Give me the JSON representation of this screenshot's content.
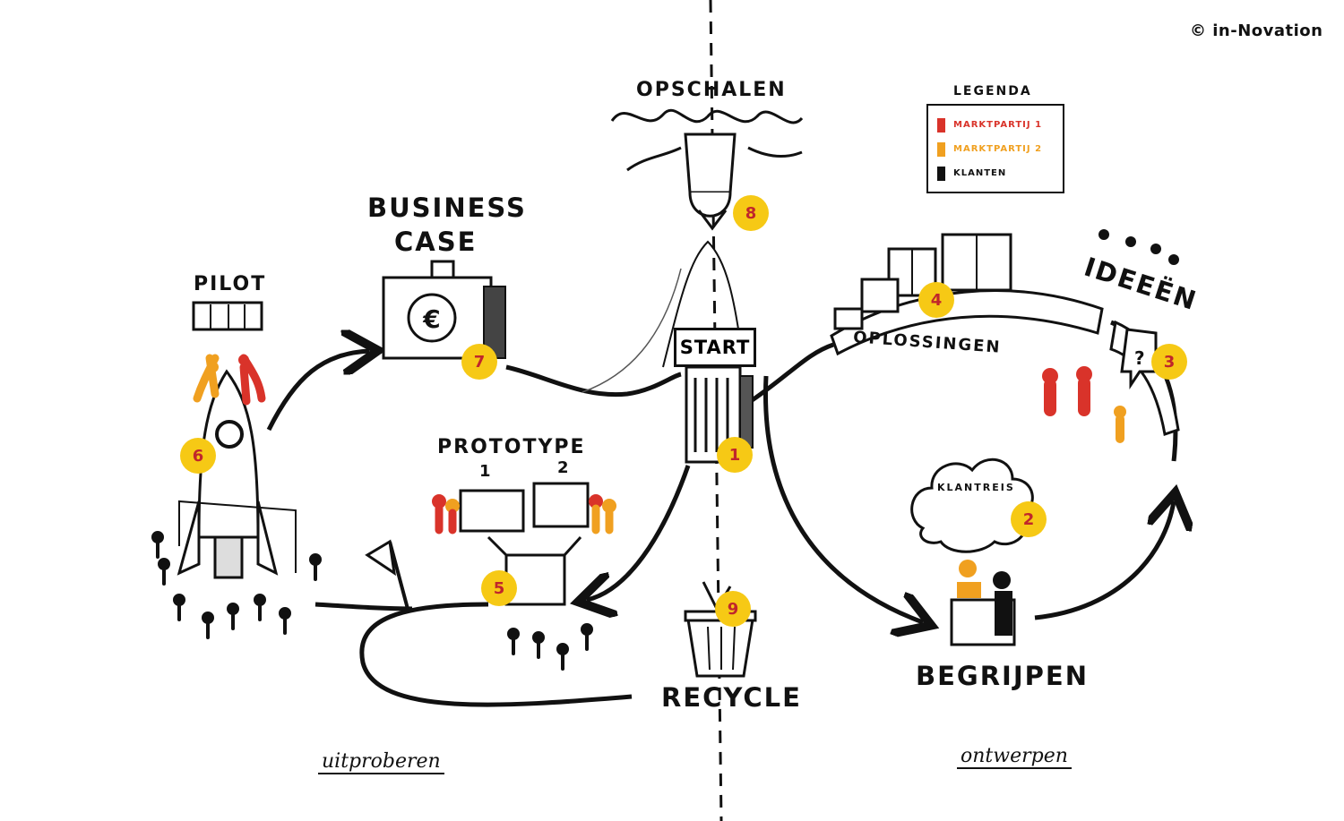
{
  "copyright": "© in-Novation",
  "legend": {
    "title": "LEGENDA",
    "items": [
      {
        "label": "MARKTPARTIJ 1",
        "color": "#d9332a"
      },
      {
        "label": "MARKTPARTIJ 2",
        "color": "#f0a020"
      },
      {
        "label": "KLANTEN",
        "color": "#111111"
      }
    ]
  },
  "labels": {
    "opschalen": "OPSCHALEN",
    "business_case_1": "BUSINESS",
    "business_case_2": "CASE",
    "pilot": "PILOT",
    "prototype": "PROTOTYPE",
    "start": "START",
    "recycle": "RECYCLE",
    "oplossingen": "OPLOSSINGEN",
    "ideeen": "IDEEËN",
    "begrijpen": "BEGRIJPEN",
    "klantreis": "KLANTREIS",
    "uitproberen": "uitproberen",
    "ontwerpen": "ontwerpen",
    "proto_1": "1",
    "proto_2": "2",
    "question": "?"
  },
  "steps": [
    "1",
    "2",
    "3",
    "4",
    "5",
    "6",
    "7",
    "8",
    "9"
  ],
  "colors": {
    "badge": "#f6c915",
    "badge_text": "#c0262b",
    "red": "#d9332a",
    "orange": "#f0a020",
    "ink": "#111111"
  }
}
